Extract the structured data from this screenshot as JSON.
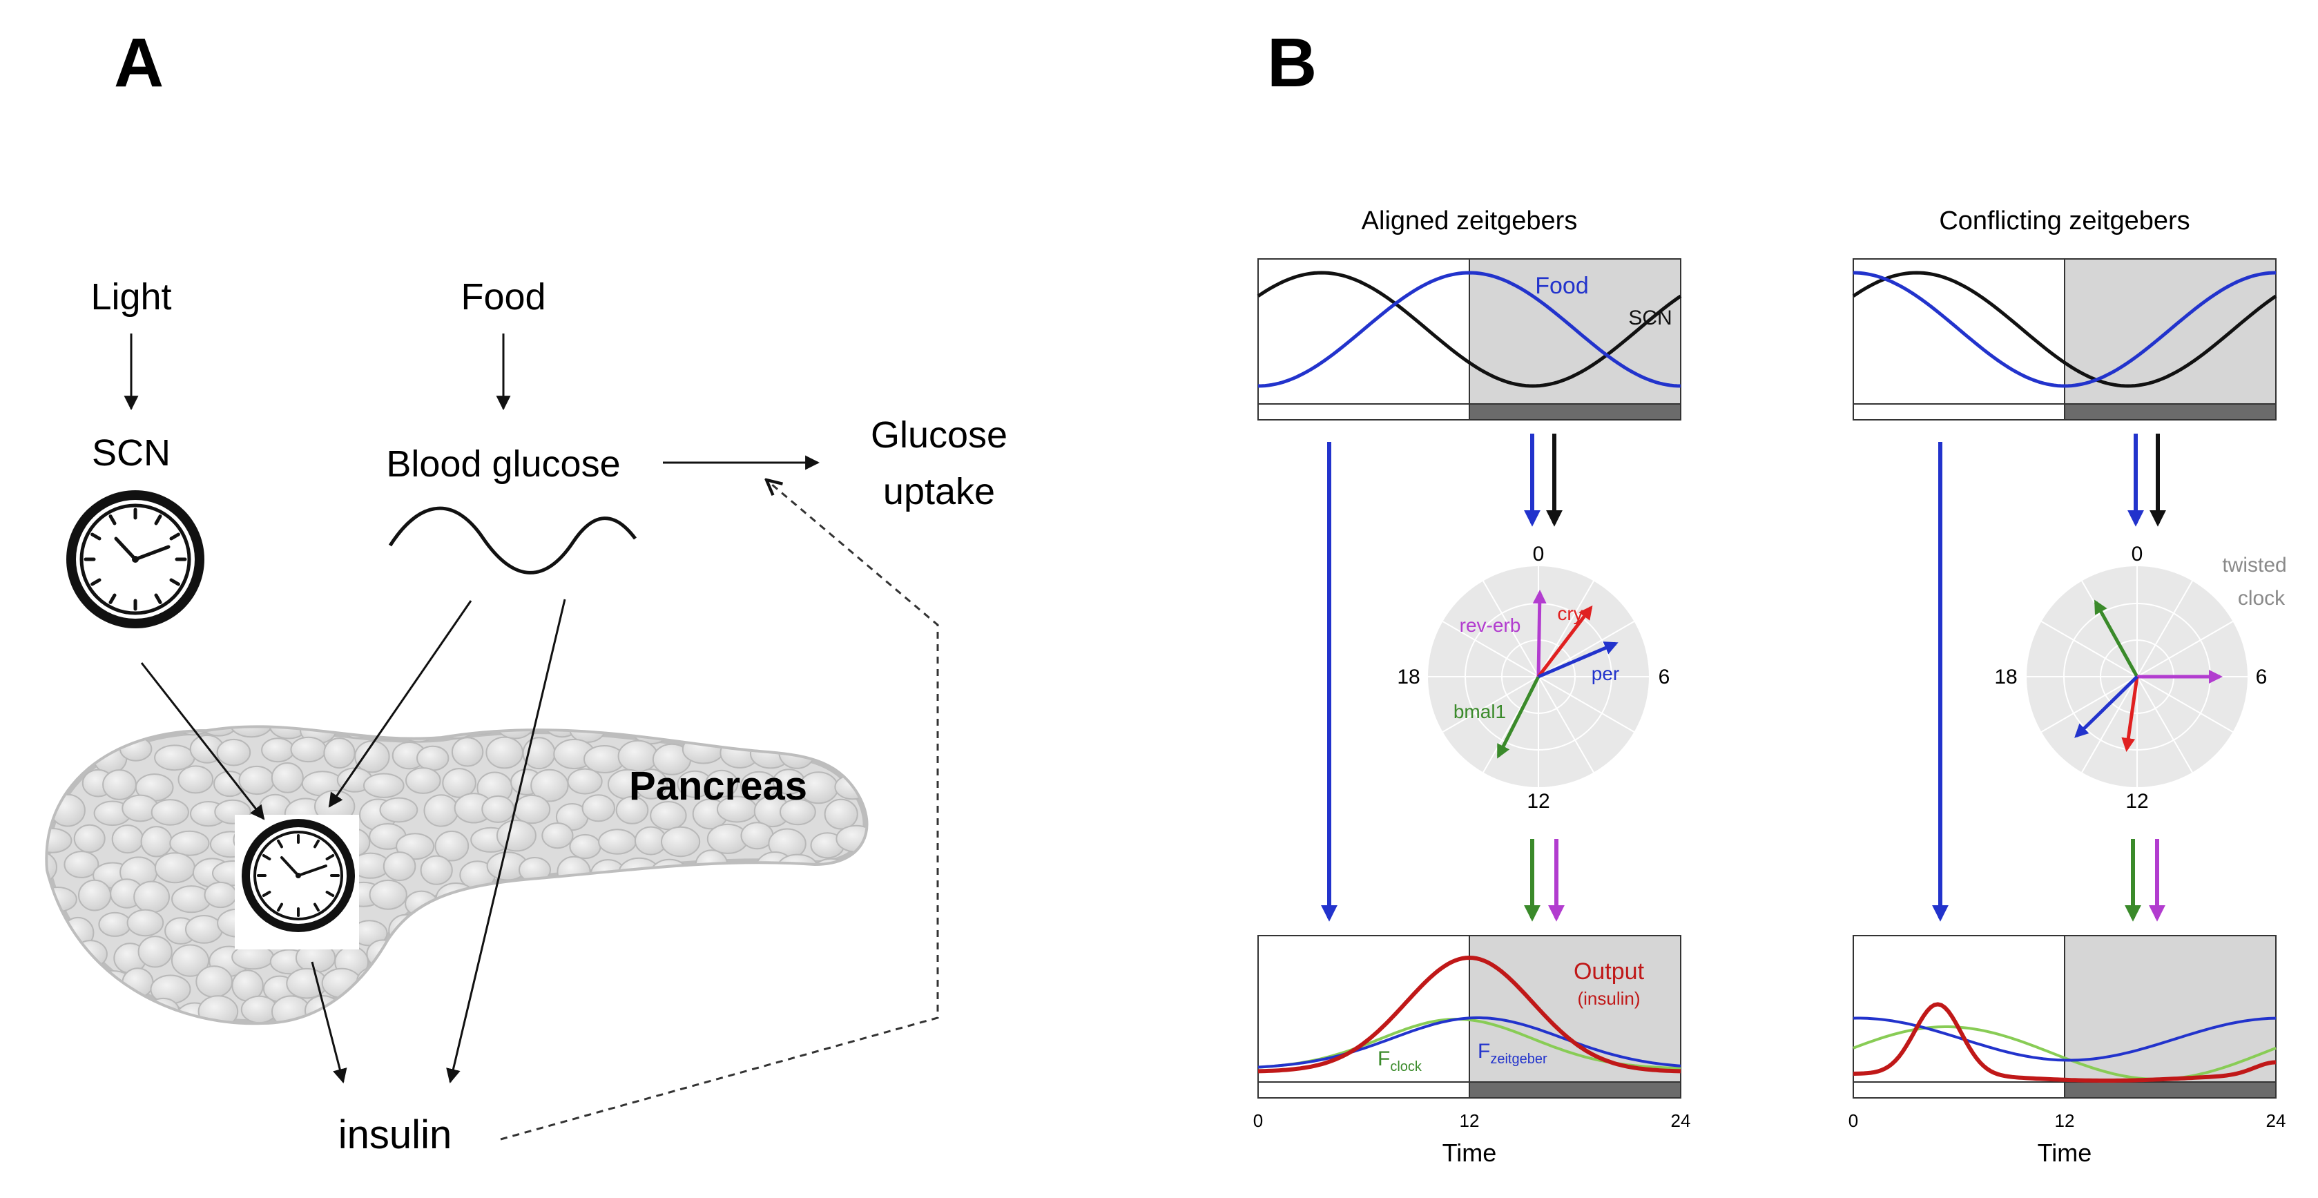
{
  "panel_a": {
    "letter": "A",
    "light_label": "Light",
    "food_label": "Food",
    "scn_label": "SCN",
    "blood_glucose_label": "Blood glucose",
    "glucose_uptake_line1": "Glucose",
    "glucose_uptake_line2": "uptake",
    "pancreas_label": "Pancreas",
    "insulin_label": "insulin"
  },
  "panel_b": {
    "letter": "B",
    "aligned": {
      "title": "Aligned zeitgebers",
      "food_label": "Food",
      "scn_label": "SCN",
      "gene_labels": {
        "revErb": "rev-erb",
        "cry": "cry",
        "per": "per",
        "bmal1": "bmal1"
      },
      "clock_ticks": {
        "t0": "0",
        "t6": "6",
        "t12": "12",
        "t18": "18"
      },
      "output_line1": "Output",
      "output_line2": "(insulin)",
      "f_clock_main": "F",
      "f_clock_sub": "clock",
      "f_zeit_main": "F",
      "f_zeit_sub": "zeitgeber",
      "axis_ticks": [
        "0",
        "12",
        "24"
      ],
      "xlabel": "Time"
    },
    "conflicting": {
      "title": "Conflicting zeitgebers",
      "twisted_line1": "twisted",
      "twisted_line2": "clock",
      "clock_ticks": {
        "t0": "0",
        "t6": "6",
        "t12": "12",
        "t18": "18"
      },
      "axis_ticks": [
        "0",
        "12",
        "24"
      ],
      "xlabel": "Time"
    }
  },
  "colors": {
    "food": "#2233cc",
    "scn": "#111111",
    "output": "#c01818",
    "f_clock": "#88cc55",
    "f_zeitgeber": "#2233cc",
    "bmal1": "#3a8a2a",
    "rev_erb": "#b23ccf",
    "cry": "#e02020",
    "per": "#2233cc",
    "night_shade": "#d6d6d6",
    "dark_bar": "#6b6b6b",
    "clock_disk": "#e8e8e8",
    "twisted_text": "#8a8a8a"
  }
}
